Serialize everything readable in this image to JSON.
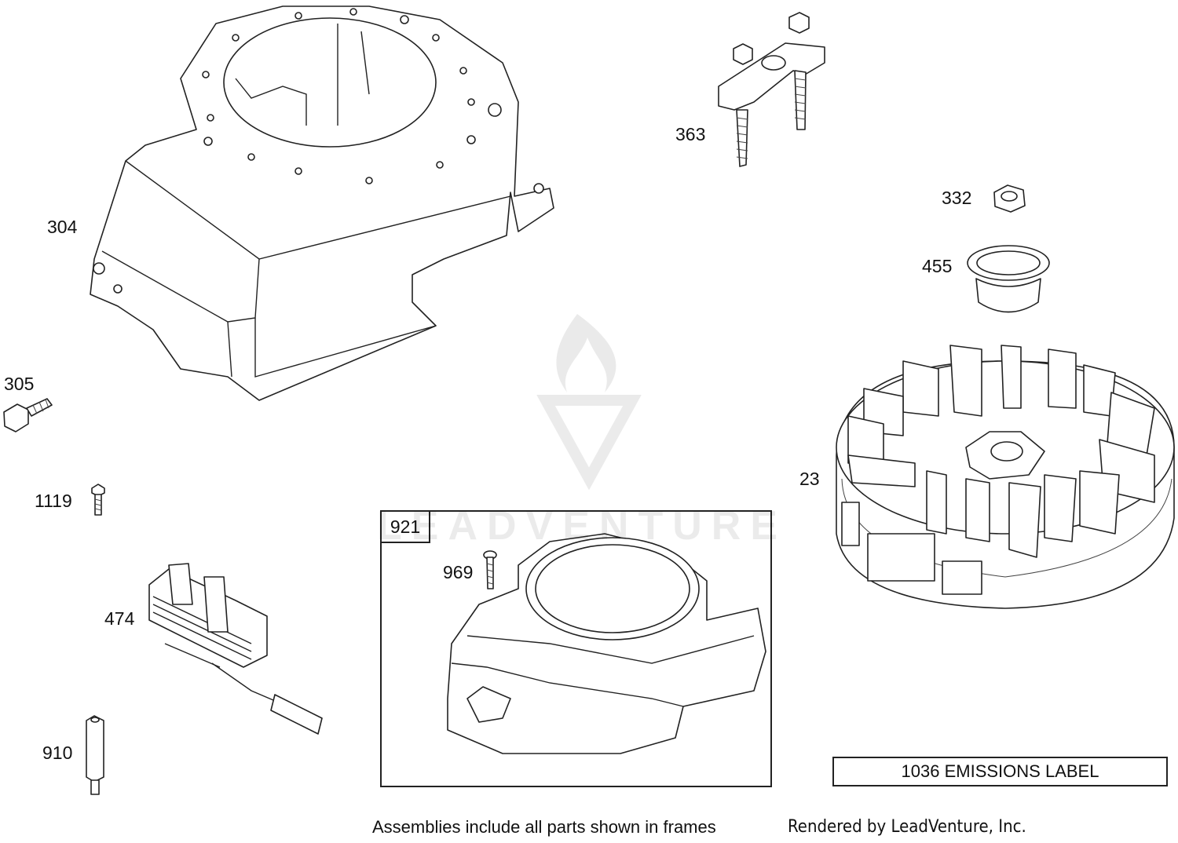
{
  "callouts": {
    "p304": "304",
    "p305": "305",
    "p1119": "1119",
    "p474": "474",
    "p910": "910",
    "p363": "363",
    "p332": "332",
    "p455": "455",
    "p23": "23",
    "p921": "921",
    "p969": "969"
  },
  "emissions_label": "1036 EMISSIONS LABEL",
  "watermark": "LEADVENTURE",
  "footer": {
    "note": "Assemblies include all parts shown in frames",
    "credit": "Rendered by LeadVenture, Inc."
  }
}
